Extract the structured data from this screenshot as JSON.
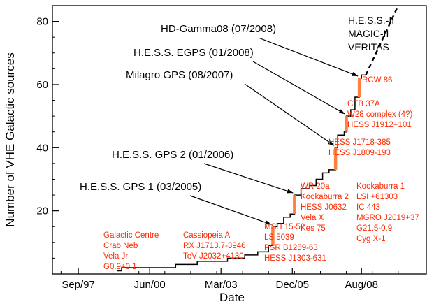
{
  "chart_data": {
    "type": "line",
    "xlabel": "Date",
    "ylabel": "Number of VHE Galactic sources",
    "x_ticks": [
      "Sep/97",
      "Jun/00",
      "Mar/03",
      "Dec/05",
      "Aug/08"
    ],
    "y_ticks": [
      20,
      40,
      60,
      80
    ],
    "xlim": [
      "1996-09",
      "2011-02"
    ],
    "ylim": [
      0,
      85
    ],
    "grid": false,
    "series": [
      {
        "style": "solid-step",
        "color": "#000000",
        "points": [
          [
            "1999-03",
            1
          ],
          [
            "1999-05",
            1
          ],
          [
            "1999-05",
            2
          ],
          [
            "2001-06",
            2
          ],
          [
            "2001-06",
            3
          ],
          [
            "2002-04",
            3
          ],
          [
            "2002-04",
            4
          ],
          [
            "2003-06",
            4
          ],
          [
            "2003-06",
            5
          ],
          [
            "2004-02",
            5
          ],
          [
            "2004-02",
            6
          ],
          [
            "2004-08",
            6
          ],
          [
            "2004-08",
            7
          ],
          [
            "2005-01",
            7
          ],
          [
            "2005-01",
            9
          ],
          [
            "2005-03",
            9
          ],
          [
            "2005-03",
            15
          ],
          [
            "2005-05",
            15
          ],
          [
            "2005-05",
            16
          ],
          [
            "2005-08",
            16
          ],
          [
            "2005-08",
            18
          ],
          [
            "2005-11",
            18
          ],
          [
            "2005-11",
            19
          ],
          [
            "2006-01",
            19
          ],
          [
            "2006-01",
            25
          ],
          [
            "2006-04",
            25
          ],
          [
            "2006-04",
            27
          ],
          [
            "2006-08",
            27
          ],
          [
            "2006-08",
            28
          ],
          [
            "2006-11",
            28
          ],
          [
            "2006-11",
            30
          ],
          [
            "2007-02",
            30
          ],
          [
            "2007-02",
            32
          ],
          [
            "2007-05",
            32
          ],
          [
            "2007-05",
            33
          ],
          [
            "2007-08",
            33
          ],
          [
            "2007-08",
            40
          ],
          [
            "2007-09",
            40
          ],
          [
            "2007-09",
            44
          ],
          [
            "2007-12",
            44
          ],
          [
            "2007-12",
            45
          ],
          [
            "2008-01",
            45
          ],
          [
            "2008-01",
            50
          ],
          [
            "2008-03",
            50
          ],
          [
            "2008-03",
            52
          ],
          [
            "2008-05",
            52
          ],
          [
            "2008-05",
            56
          ],
          [
            "2008-07",
            56
          ],
          [
            "2008-07",
            62
          ],
          [
            "2008-08",
            62
          ],
          [
            "2008-08",
            63
          ],
          [
            "2008-10",
            63
          ]
        ]
      },
      {
        "style": "dashed",
        "color": "#000000",
        "points": [
          [
            "2008-10",
            63
          ],
          [
            "2010-01",
            85
          ]
        ]
      },
      {
        "style": "highlight-jumps",
        "color": "#ff8040",
        "jumps": [
          {
            "x": "2005-03",
            "y_from": 9,
            "y_to": 15
          },
          {
            "x": "2006-01",
            "y_from": 19,
            "y_to": 25
          },
          {
            "x": "2007-08",
            "y_from": 33,
            "y_to": 40
          },
          {
            "x": "2008-01",
            "y_from": 45,
            "y_to": 50
          },
          {
            "x": "2008-07",
            "y_from": 56,
            "y_to": 62
          }
        ]
      }
    ],
    "annotations": {
      "surveys": [
        {
          "text": "H.E.S.S. GPS 1 (03/2005)",
          "x": "2005-03",
          "y": 15
        },
        {
          "text": "H.E.S.S. GPS 2 (01/2006)",
          "x": "2006-01",
          "y": 25
        },
        {
          "text": "Milagro GPS (08/2007)",
          "x": "2007-08",
          "y": 40
        },
        {
          "text": "H.E.S.S. EGPS (01/2008)",
          "x": "2008-01",
          "y": 50
        },
        {
          "text": "HD-Gamma08 (07/2008)",
          "x": "2008-07",
          "y": 62
        }
      ],
      "future": [
        "H.E.S.S.-II",
        "MAGIC-II",
        "VERITAS"
      ],
      "source_groups": [
        [
          "Galactic Centre",
          "Crab Neb",
          "Vela Jr",
          "G0.9+0.1"
        ],
        [
          "Cassiopeia A",
          "RX J1713.7-3946",
          "TeV J2032+4130"
        ],
        [
          "MSH 15-52",
          "LS 5039",
          "PSR B1259-63",
          "HESS J1303-631"
        ],
        [
          "WR 20a",
          "Kookaburra 2",
          "HESS J0632",
          "Vela X",
          "Kes 75"
        ],
        [
          "HESS J1718-385",
          "HESS J1809-193"
        ],
        [
          "Kookaburra 1",
          "LSI +61303",
          "IC 443",
          "MGRO J2019+37",
          "G21.5-0.9",
          "Cyg X-1"
        ],
        [
          "CTB 37A",
          "W28 complex (4?)",
          "HESS J1912+101"
        ],
        [
          "RCW 86"
        ]
      ]
    }
  }
}
